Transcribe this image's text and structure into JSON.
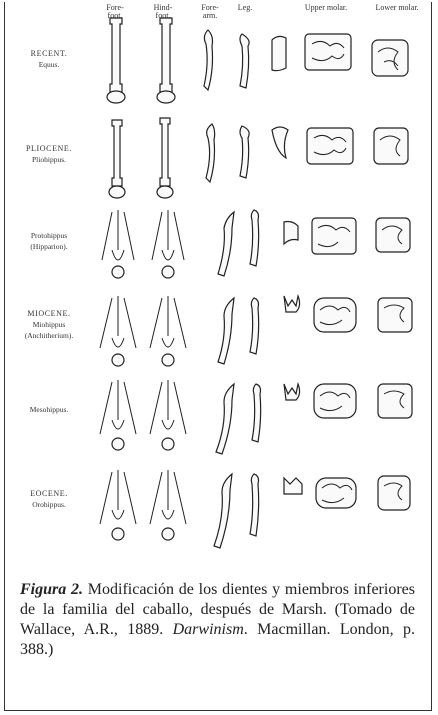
{
  "headers": {
    "fore_foot": "Fore-\nfoot.",
    "hind_foot": "Hind-\nfoot.",
    "fore_arm": "Fore-\narm.",
    "leg": "Leg.",
    "upper_molar": "Upper molar.",
    "lower_molar": "Lower molar."
  },
  "rows": [
    {
      "epoch": "RECENT.",
      "genus": "Equus."
    },
    {
      "epoch": "PLIOCENE.",
      "genus": "Pliohippus."
    },
    {
      "epoch": "",
      "genus": "Protohippus\n(Hipparion)."
    },
    {
      "epoch": "MIOCENE.",
      "genus": "Miohippus\n(Anchitherium)."
    },
    {
      "epoch": "",
      "genus": "Mesohippus."
    },
    {
      "epoch": "EOCENE.",
      "genus": "Orohippus."
    }
  ],
  "caption": {
    "figure_label": "Figura  2.",
    "text_1": " Modificación de los dientes y miembros inferiores de la familia del caballo, después de Marsh. (Tomado de Wallace, A.R., 1889. ",
    "book_title": "Darwinism",
    "text_2": ". Macmillan. London, p. 388.)"
  }
}
